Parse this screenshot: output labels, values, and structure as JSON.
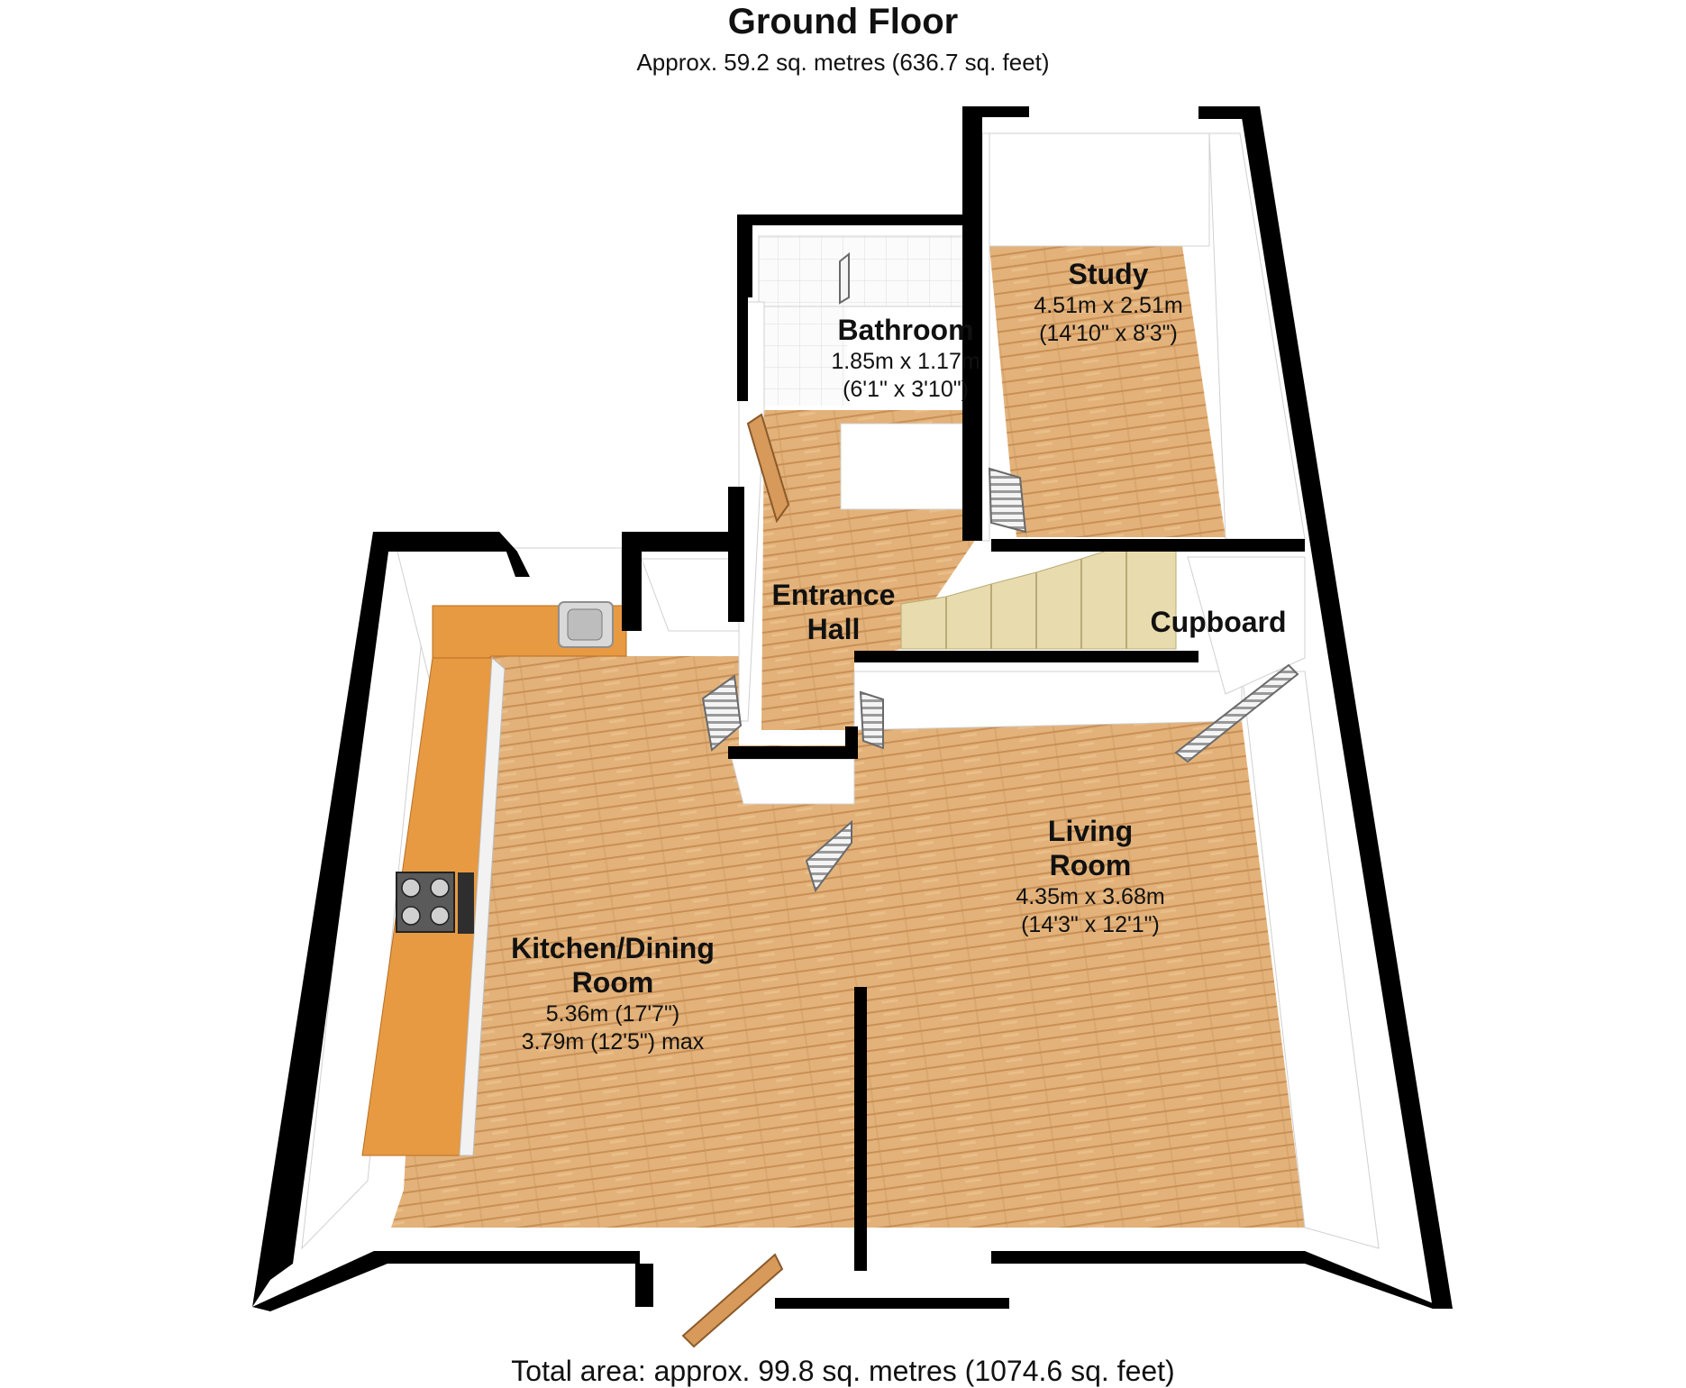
{
  "title": "Ground Floor",
  "subtitle": "Approx.  59.2 sq. metres (636.7 sq. feet)",
  "footer": "Total area: approx.  99.8 sq. metres (1074.6 sq. feet)",
  "rooms": {
    "study": {
      "name": "Study",
      "dims": [
        "4.51m x 2.51m",
        "(14'10\" x 8'3\")"
      ]
    },
    "bathroom": {
      "name": "Bathroom",
      "dims": [
        "1.85m x 1.17m",
        "(6'1\" x 3'10\")"
      ]
    },
    "entrance_hall": {
      "name_lines": [
        "Entrance",
        "Hall"
      ]
    },
    "cupboard": {
      "name": "Cupboard"
    },
    "living_room": {
      "name_lines": [
        "Living",
        "Room"
      ],
      "dims": [
        "4.35m x 3.68m",
        "(14'3\" x 12'1\")"
      ]
    },
    "kitchen": {
      "name_lines": [
        "Kitchen/Dining",
        "Room"
      ],
      "dims": [
        "5.36m (17'7\")",
        "3.79m (12'5\") max"
      ]
    }
  },
  "colors": {
    "floor": "#e2b27a",
    "floor_stripe": "#c98f55",
    "wall_top": "#000000",
    "wall_face": "#ffffff",
    "worktop": "#e79a42",
    "stairs": "#e8dcae",
    "door": "#d79a5a"
  }
}
